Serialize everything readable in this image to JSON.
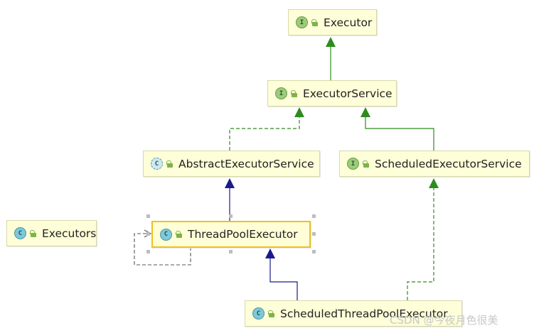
{
  "nodes": {
    "executor": {
      "label": "Executor",
      "kind": "interface",
      "kind_letter": "I"
    },
    "executor_service": {
      "label": "ExecutorService",
      "kind": "interface",
      "kind_letter": "I"
    },
    "abstract_executor_service": {
      "label": "AbstractExecutorService",
      "kind": "abstract-class",
      "kind_letter": "C"
    },
    "scheduled_executor_service": {
      "label": "ScheduledExecutorService",
      "kind": "interface",
      "kind_letter": "I"
    },
    "executors": {
      "label": "Executors",
      "kind": "class",
      "kind_letter": "C"
    },
    "thread_pool_executor": {
      "label": "ThreadPoolExecutor",
      "kind": "class",
      "kind_letter": "C",
      "selected": true
    },
    "scheduled_thread_pool_executor": {
      "label": "ScheduledThreadPoolExecutor",
      "kind": "class",
      "kind_letter": "C"
    }
  },
  "edges": [
    {
      "from": "executor_service",
      "to": "executor",
      "type": "extends-interface",
      "color": "#2e8b1e"
    },
    {
      "from": "abstract_executor_service",
      "to": "executor_service",
      "type": "implements",
      "color": "#2e8b1e"
    },
    {
      "from": "scheduled_executor_service",
      "to": "executor_service",
      "type": "extends-interface",
      "color": "#2e8b1e"
    },
    {
      "from": "thread_pool_executor",
      "to": "abstract_executor_service",
      "type": "extends",
      "color": "#1a1a8c"
    },
    {
      "from": "scheduled_thread_pool_executor",
      "to": "thread_pool_executor",
      "type": "extends",
      "color": "#1a1a8c"
    },
    {
      "from": "scheduled_thread_pool_executor",
      "to": "scheduled_executor_service",
      "type": "implements",
      "color": "#2e8b1e"
    },
    {
      "from": "thread_pool_executor",
      "to": "thread_pool_executor",
      "type": "self-dependency",
      "color": "#555555"
    }
  ],
  "colors": {
    "node_fill": "#fefed8",
    "selected_border": "#f0c020",
    "interface_edge": "#2e8b1e",
    "class_edge": "#1a1a8c"
  },
  "watermark": "CSDN @今夜月色很美"
}
